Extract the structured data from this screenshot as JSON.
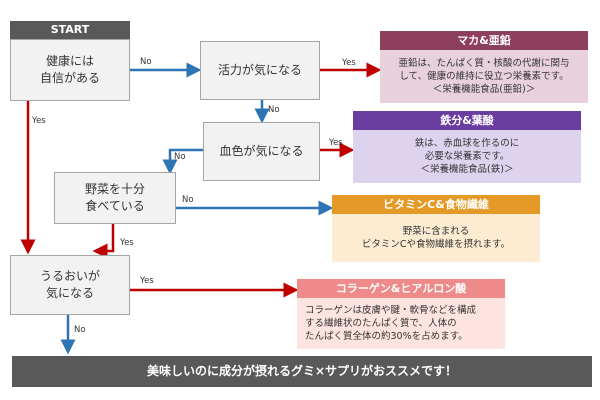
{
  "start_label": "START",
  "questions": {
    "q1": "健康には\n自信がある",
    "q2": "活力が気になる",
    "q3": "血色が気になる",
    "q4": "野菜を十分\n食べている",
    "q5": "うるおいが\n気になる"
  },
  "results": {
    "r1": {
      "title": "マカ&亜鉛",
      "body": "亜鉛は、たんぱく質・核酸の代謝に関与\nして、健康の維持に役立つ栄養素です。\n＜栄養機能食品(亜鉛)＞"
    },
    "r2": {
      "title": "鉄分&葉酸",
      "body": "鉄は、赤血球を作るのに\n必要な栄養素です。\n＜栄養機能食品(鉄)＞"
    },
    "r3": {
      "title": "ビタミンC&食物繊維",
      "body": "野菜に含まれる\nビタミンCや食物繊維を摂れます。"
    },
    "r4": {
      "title": "コラーゲン&ヒアルロン酸",
      "body": "コラーゲンは皮膚や腱・軟骨などを構成\nする繊維状のたんぱく質で、人体の\nたんぱく質全体の約30%を占めます。"
    }
  },
  "labels": {
    "no": "No",
    "yes": "Yes"
  },
  "footer_text": "美味しいのに成分が摂れるグミ×サプリがおススメです！",
  "colors": {
    "yes_arrow": "#c00000",
    "no_arrow": "#2e75b6",
    "r1_header": "#8e3f5e",
    "r1_body": "#e8d0dc",
    "r2_header": "#6a3ea0",
    "r2_body": "#ddd3ee",
    "r3_header": "#e59a28",
    "r3_body": "#fdecd2",
    "r4_header": "#ef8a8a",
    "r4_body": "#fde4e0"
  }
}
